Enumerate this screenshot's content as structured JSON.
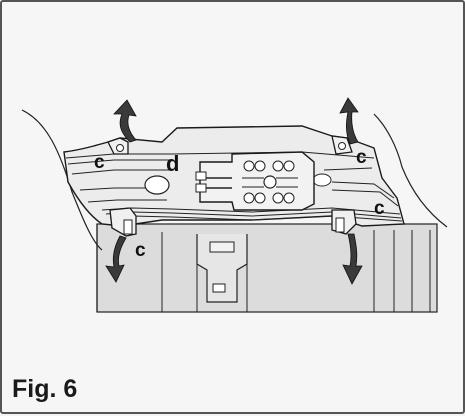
{
  "caption": "Fig. 6",
  "labels": {
    "c_top_left": "c",
    "c_top_right": "c",
    "c_mid_right": "c",
    "c_bottom_left": "c",
    "d": "d"
  },
  "colors": {
    "panel_fill": "#dcdcdc",
    "frame_fill": "#ececec",
    "arrow_fill": "#3a3a3a",
    "line": "#1a1a1a"
  },
  "icons": [
    "arrow-up-curved-icon",
    "arrow-down-curved-icon"
  ]
}
